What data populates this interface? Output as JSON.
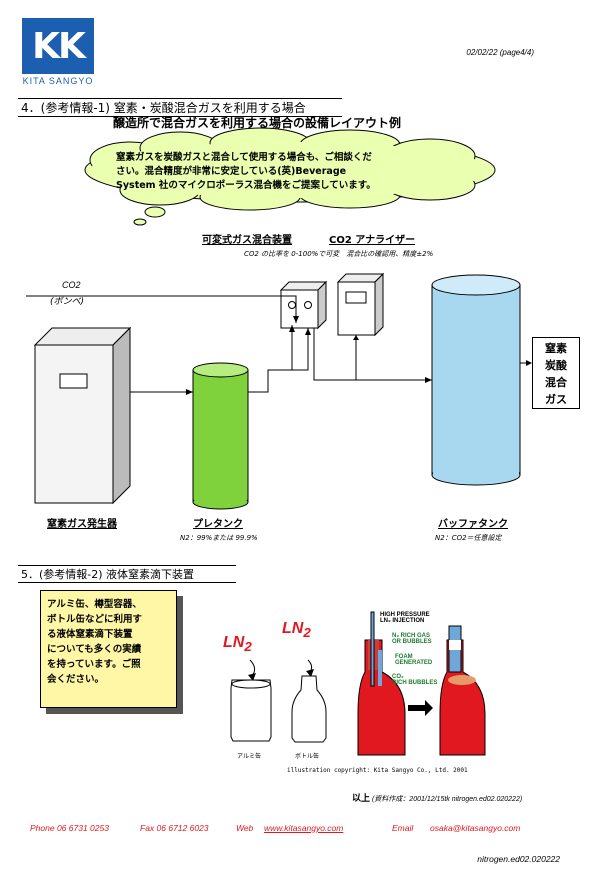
{
  "logo": {
    "mark": "KK",
    "text": "KITA SANGYO"
  },
  "page_date": "02/02/22 (page4/4)",
  "section4": {
    "heading": "4．(参考情報-1) 窒素・炭酸混合ガスを利用する場合",
    "subtitle": "醸造所で混合ガスを利用する場合の設備レイアウト例",
    "cloud_lines": [
      "窒素ガスを炭酸ガスと混合して使用する場合も、ご相談くだ",
      "さい。混合精度が非常に安定している(英)Beverage",
      "System 社のマイクロポーラス混合機をご提案しています。"
    ],
    "label_mixer": "可変式ガス混合装置",
    "label_analyzer": "CO2 アナライザー",
    "note_mixer": "CO2 の比率を 0-100%で可変　混合比の確認用、精度±2%",
    "co2_label": "CO2",
    "co2_sub": "(ボンベ)",
    "generator_label": "窒素ガス発生器",
    "pretank_label": "プレタンク",
    "pretank_note": "N2：99%または 99.9%",
    "buffer_label": "バッファタンク",
    "buffer_note": "N2：CO2＝任意設定",
    "output_lines": [
      "窒素",
      "炭酸",
      "混合",
      "ガス"
    ]
  },
  "section5": {
    "heading": "5．(参考情報-2) 液体窒素滴下装置",
    "box_lines": [
      "アルミ缶、樽型容器、",
      "ボトル缶などに利用す",
      "る液体窒素滴下装置",
      "についても多くの実績",
      "を持っています。ご照",
      "会ください。"
    ],
    "ln2": "LN",
    "ln2_sub": "2",
    "can_label": "アルミ缶",
    "bottle_label": "ボトル缶",
    "hp_line1": "HIGH PRESSURE",
    "hp_line2": "LN₂ INJECTION",
    "n2_line1": "N₂ RICH GAS",
    "n2_line2": "OR BUBBLES",
    "foam_line1": "FOAM",
    "foam_line2": "GENERATED",
    "co2_line1": "CO₂",
    "co2_line2": "RICH BUBBLES",
    "copyright": "illustration copyright: Kita Sangyo Co., Ltd. 2001"
  },
  "end": {
    "mark": "以上",
    "text": "(資料作成：2001/12/15tk nitrogen.ed02.020222)"
  },
  "footer": {
    "phone": "Phone 06 6731 0253",
    "fax": "Fax 06 6712 6023",
    "web_label": "Web",
    "web": "www.kitasangyo.com",
    "email_label": "Email",
    "email": "osaka@kitasangyo.com",
    "docid": "nitrogen.ed02.020222"
  },
  "colors": {
    "brand": "#1c5fb0",
    "green": "#7fd23c",
    "buffer": "#a8d8f0",
    "red": "#e1181f",
    "yellow": "#fff7a6"
  }
}
